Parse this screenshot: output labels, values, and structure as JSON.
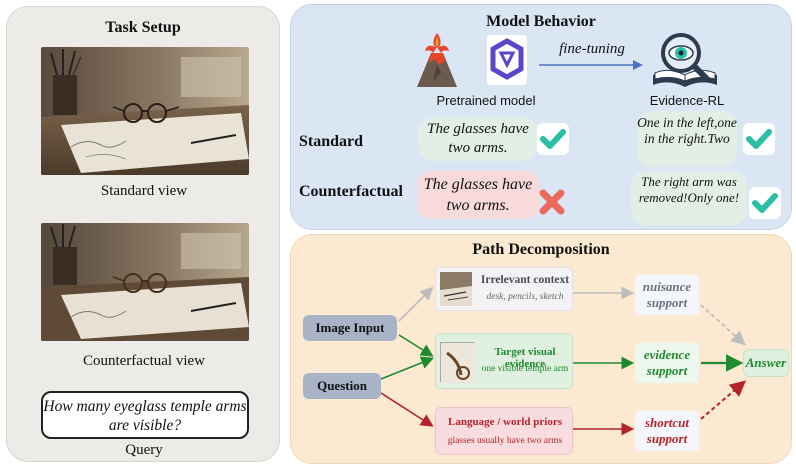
{
  "task_setup": {
    "title": "Task Setup",
    "standard_caption": "Standard view",
    "counterfactual_caption": "Counterfactual view",
    "query_text": "How many eyeglass temple arms are visible?",
    "query_label": "Query"
  },
  "model_behavior": {
    "title": "Model Behavior",
    "pretrained_label": "Pretrained model",
    "finetune_label": "fine-tuning",
    "evidence_rl_label": "Evidence-RL",
    "standard_label": "Standard",
    "counterfactual_label": "Counterfactual",
    "pretrained_standard_answer": "The glasses have two arms.",
    "pretrained_counterfactual_answer": "The glasses have two arms.",
    "rl_standard_answer": "One in the left,one in the right.Two",
    "rl_counterfactual_answer": "The right arm was removed!Only one!"
  },
  "path_decomposition": {
    "title": "Path Decomposition",
    "image_input": "Image Input",
    "question": "Question",
    "irrelevant_title": "Irrelevant context",
    "irrelevant_sub": "desk, pencils, sketch",
    "target_title": "Target visual evidence",
    "target_sub": "one visible temple arm",
    "prior_title": "Language / world priors",
    "prior_sub": "glasses usually have two arms",
    "nuisance_support": "nuisance support",
    "evidence_support": "evidence support",
    "shortcut_support": "shortcut support",
    "answer": "Answer"
  },
  "colors": {
    "check": "#2bbfa5",
    "cross": "#ec6a5c",
    "evidence": "#1f8a2e",
    "shortcut": "#b3242a",
    "nuisance": "#bdbdbd",
    "finetune_arrow": "#4a72c4"
  }
}
